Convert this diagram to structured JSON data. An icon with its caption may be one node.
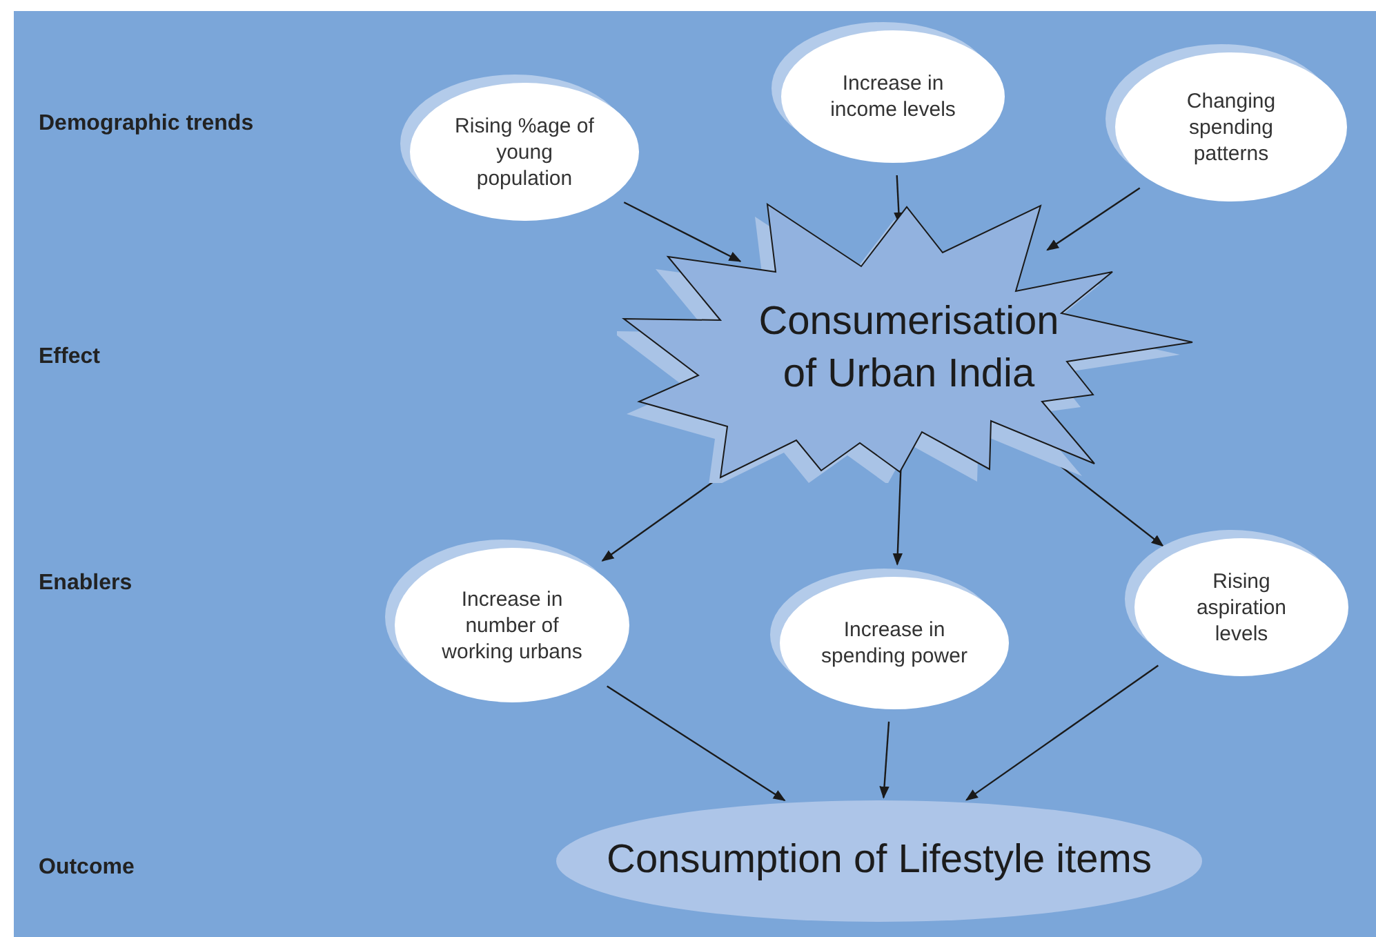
{
  "diagram": {
    "nodes": [
      {
        "text": [
          "Rising %age of young population"
        ]
      },
      {
        "text": [
          "Increase in income levels"
        ]
      },
      {
        "text": [
          "Changing spending patterns"
        ]
      },
      {
        "text": [
          "Consumerisation of Urban India"
        ]
      },
      {
        "text": [
          "Increase in number of working urbans"
        ]
      },
      {
        "text": [
          "Increase in spending power"
        ]
      },
      {
        "text": [
          "Rising aspiration levels"
        ]
      },
      {
        "text": [
          "Consumption of Lifestyle items"
        ]
      }
    ],
    "edges": [
      {
        "from": 0,
        "to": 3,
        "arrow": "to"
      },
      {
        "from": 1,
        "to": 3,
        "arrow": "to"
      },
      {
        "from": 2,
        "to": 3,
        "arrow": "to"
      },
      {
        "from": 3,
        "to": 4,
        "arrow": "to"
      },
      {
        "from": 3,
        "to": 5,
        "arrow": "to"
      },
      {
        "from": 3,
        "to": 6,
        "arrow": "to"
      },
      {
        "from": 4,
        "to": 7,
        "arrow": "to"
      },
      {
        "from": 5,
        "to": 7,
        "arrow": "to"
      },
      {
        "from": 6,
        "to": 7,
        "arrow": "to"
      }
    ],
    "labels": [
      "Demographic trends",
      "Effect",
      "Enablers",
      "Outcome"
    ]
  }
}
